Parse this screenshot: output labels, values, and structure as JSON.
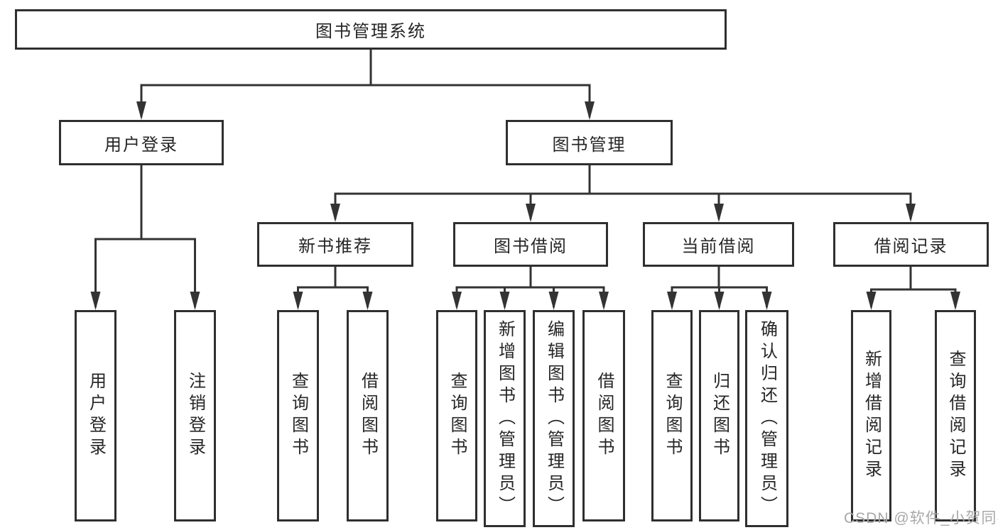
{
  "diagram_type": "tree",
  "root_label": "图书管理系统",
  "level2": {
    "user_login": "用户登录",
    "book_mgmt": "图书管理"
  },
  "level3": {
    "new_book": "新书推荐",
    "book_borrow": "图书借阅",
    "current_borrow": "当前借阅",
    "borrow_records": "借阅记录"
  },
  "leaves": {
    "user_login": [
      "用户登录",
      "注销登录"
    ],
    "new_book": [
      "查询图书",
      "借阅图书"
    ],
    "book_borrow": [
      "查询图书",
      "新增图书（管理员）",
      "编辑图书（管理员）",
      "借阅图书"
    ],
    "current_borrow": [
      "查询图书",
      "归还图书",
      "确认归还（管理员）"
    ],
    "borrow_records": [
      "新增借阅记录",
      "查询借阅记录"
    ]
  },
  "watermark": "CSDN @软件_小贺同学",
  "colors": {
    "line": "#333333",
    "border": "#2f2f2f",
    "text": "#262626",
    "watermark": "#a8a8a8",
    "background": "#ffffff"
  }
}
